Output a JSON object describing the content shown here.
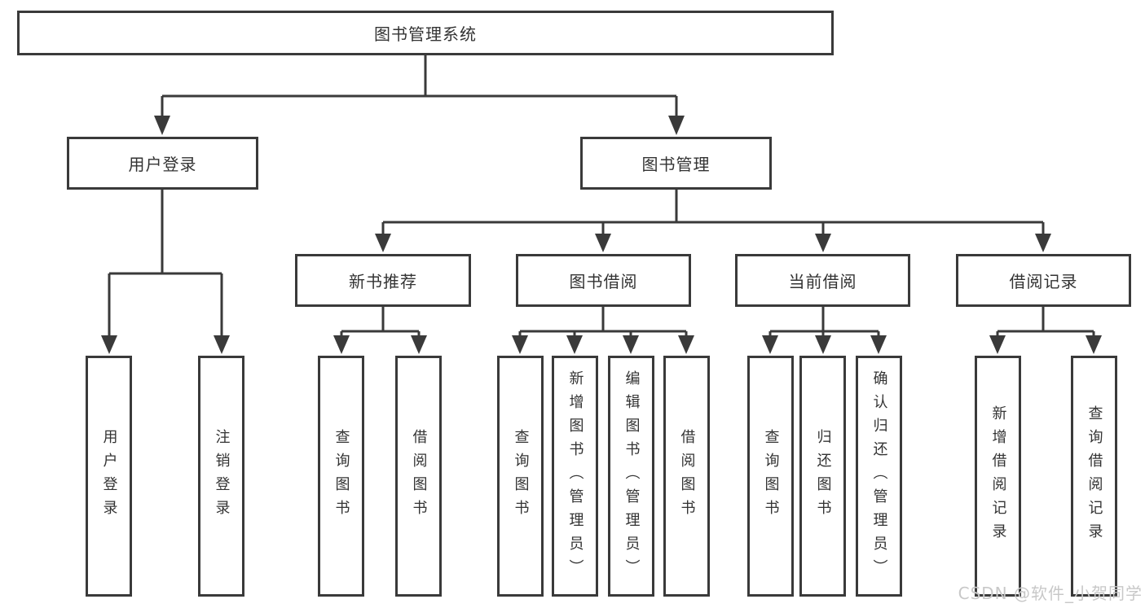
{
  "diagram": {
    "root": "图书管理系统",
    "branches": [
      {
        "label": "用户登录",
        "children": [
          "用户登录",
          "注销登录"
        ]
      },
      {
        "label": "图书管理",
        "sub_branches": [
          {
            "label": "新书推荐",
            "children": [
              "查询图书",
              "借阅图书"
            ]
          },
          {
            "label": "图书借阅",
            "children": [
              "查询图书",
              "新增图书（管理员）",
              "编辑图书（管理员）",
              "借阅图书"
            ]
          },
          {
            "label": "当前借阅",
            "children": [
              "查询图书",
              "归还图书",
              "确认归还（管理员）"
            ]
          },
          {
            "label": "借阅记录",
            "children": [
              "新增借阅记录",
              "查询借阅记录"
            ]
          }
        ]
      }
    ],
    "watermark": "CSDN @软件_小贺同学",
    "colors": {
      "line": "#3a3a3a",
      "text": "#333333",
      "watermark": "#c8c8c8",
      "background": "#ffffff"
    }
  }
}
